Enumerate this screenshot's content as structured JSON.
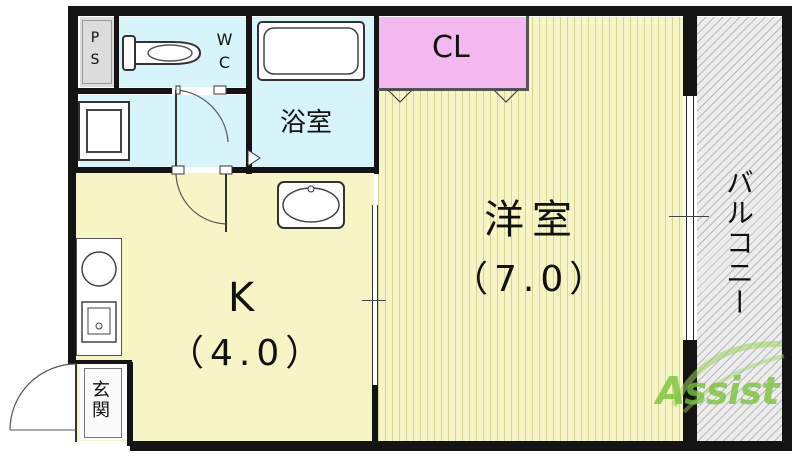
{
  "floorplan": {
    "rooms": {
      "ps": "PS",
      "wc": "WC",
      "bath": "浴室",
      "closet": "CL",
      "western_room": "洋室",
      "western_room_size": "（7.0）",
      "kitchen": "K",
      "kitchen_size": "（4.0）",
      "entrance": "玄関",
      "balcony": "バルコニー"
    },
    "watermark": "Assist",
    "colors": {
      "room_fill": "#f7f5c6",
      "wet_area_fill": "#d8f4fb",
      "closet_fill": "#f4b8f0",
      "wall": "#141414",
      "watermark_green": "#7cc43a"
    }
  }
}
